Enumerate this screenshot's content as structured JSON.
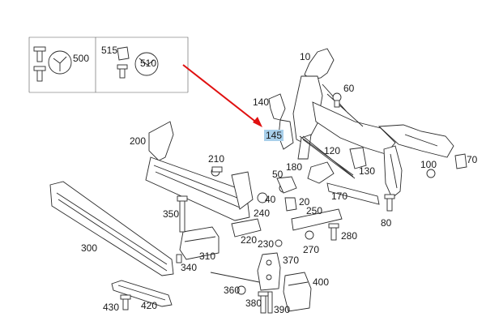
{
  "diagram": {
    "highlight_color": "#a8cfea",
    "arrow_color": "#e01010",
    "callouts": {
      "c10": "10",
      "c60": "60",
      "c70": "70",
      "c80": "80",
      "c100": "100",
      "c120": "120",
      "c130": "130",
      "c140": "140",
      "c145": "145",
      "c170": "170",
      "c180": "180",
      "c200": "200",
      "c210": "210",
      "c220": "220",
      "c230": "230",
      "c240": "240",
      "c250": "250",
      "c270": "270",
      "c280": "280",
      "c300": "300",
      "c310": "310",
      "c340": "340",
      "c350": "350",
      "c360": "360",
      "c370": "370",
      "c380": "380",
      "c390": "390",
      "c400": "400",
      "c420": "420",
      "c430": "430",
      "c500": "500",
      "c510": "510",
      "c515": "515",
      "c50": "50",
      "c40": "40",
      "c20": "20"
    }
  }
}
